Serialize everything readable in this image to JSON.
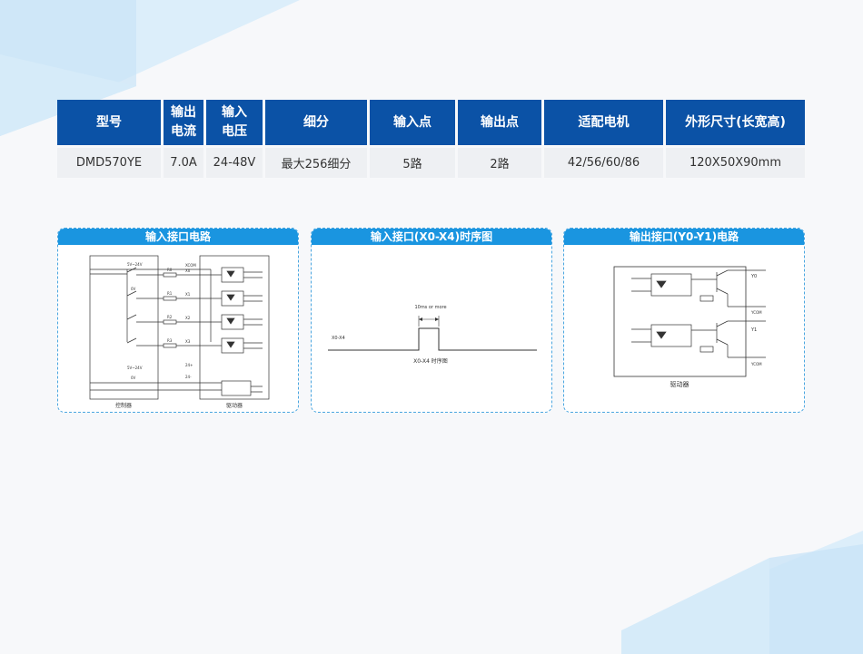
{
  "spec_table": {
    "headers": [
      "型号",
      "输出\n电流",
      "输入\n电压",
      "细分",
      "输入点",
      "输出点",
      "适配电机",
      "外形尺寸(长宽高)"
    ],
    "header_lines": [
      [
        "型号"
      ],
      [
        "输出",
        "电流"
      ],
      [
        "输入",
        "电压"
      ],
      [
        "细分"
      ],
      [
        "输入点"
      ],
      [
        "输出点"
      ],
      [
        "适配电机"
      ],
      [
        "外形尺寸(长宽高)"
      ]
    ],
    "row": [
      "DMD570YE",
      "7.0A",
      "24-48V",
      "最大256细分",
      "5路",
      "2路",
      "42/56/60/86",
      "120X50X90mm"
    ]
  },
  "panels": {
    "input_circuit": {
      "title": "输入接口电路",
      "label_power": "5V~24V",
      "label_0v": "0V",
      "label_xcom": "XCOM",
      "resistors": [
        "R0",
        "R1",
        "R2",
        "R3"
      ],
      "channels": [
        "X0",
        "X1",
        "X2",
        "X3"
      ],
      "label_power2": "5V~24V",
      "label_0v2": "0V",
      "label_24p": "24+",
      "label_24n": "24-",
      "controller": "控制器",
      "driver": "驱动器"
    },
    "timing": {
      "title": "输入接口(X0-X4)时序图",
      "pulse_label": "10ms or more",
      "signal_label": "X0-X4",
      "caption": "X0-X4 时序图"
    },
    "output_circuit": {
      "title": "输出接口(Y0-Y1)电路",
      "outputs": [
        "Y0",
        "YCOM",
        "Y1",
        "YCOM"
      ],
      "driver": "驱动器"
    }
  },
  "colors": {
    "header_blue": "#0b52a6",
    "panel_blue": "#1a95e0",
    "cell_grey": "#eef0f3"
  }
}
